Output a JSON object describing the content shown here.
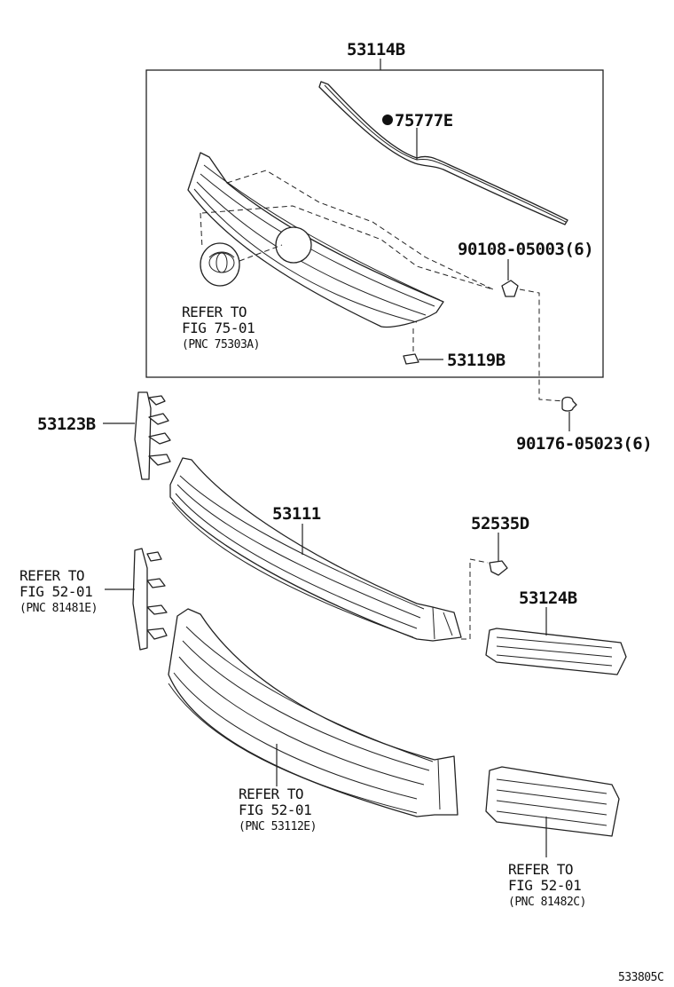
{
  "labels": {
    "p53114B": "53114B",
    "p75777E": "75777E",
    "p90108": "90108-05003(6)",
    "p53119B": "53119B",
    "p90176": "90176-05023(6)",
    "p53123B": "53123B",
    "p53111": "53111",
    "p52535D": "52535D",
    "p53124B": "53124B"
  },
  "refs": {
    "emblem": {
      "line1": "REFER TO",
      "line2": "FIG 75-01",
      "line3": "(PNC 75303A)"
    },
    "left_bracket": {
      "line1": "REFER TO",
      "line2": "FIG 52-01",
      "line3": "(PNC 81481E)"
    },
    "lower_grille": {
      "line1": "REFER TO",
      "line2": "FIG 52-01",
      "line3": "(PNC 53112E)"
    },
    "right_cover": {
      "line1": "REFER TO",
      "line2": "FIG 52-01",
      "line3": "(PNC 81482C)"
    }
  },
  "illustration_id": "533805C"
}
